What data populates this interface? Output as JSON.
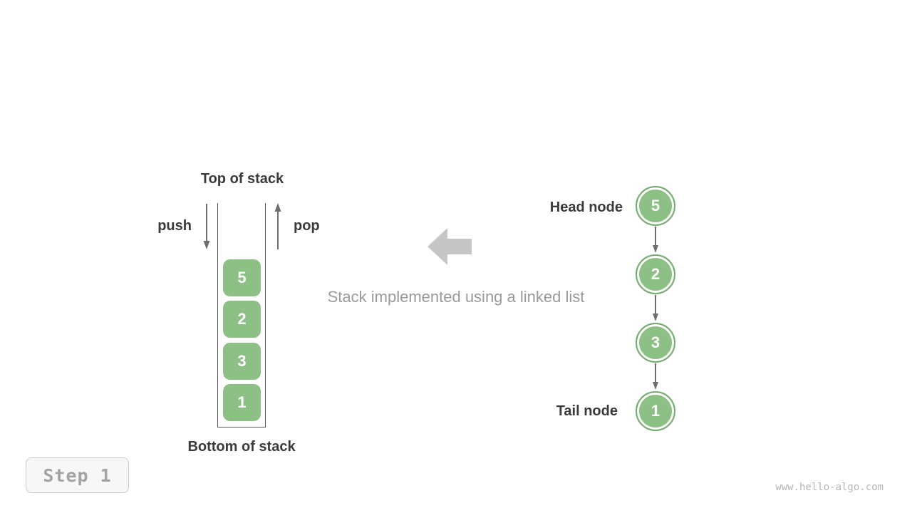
{
  "stack": {
    "top_label": "Top of stack",
    "bottom_label": "Bottom of stack",
    "push_label": "push",
    "pop_label": "pop",
    "items": [
      "5",
      "2",
      "3",
      "1"
    ]
  },
  "caption": "Stack implemented using a linked list",
  "linked_list": {
    "head_label": "Head node",
    "tail_label": "Tail node",
    "nodes": [
      "5",
      "2",
      "3",
      "1"
    ]
  },
  "step_badge": "Step 1",
  "watermark": "www.hello-algo.com",
  "colors": {
    "node_green": "#8cc084",
    "node_border": "#6faa6f",
    "dark_text": "#3a3a3a",
    "gray_text": "#9a9a9a",
    "big_arrow_gray": "#c6c6c6"
  }
}
